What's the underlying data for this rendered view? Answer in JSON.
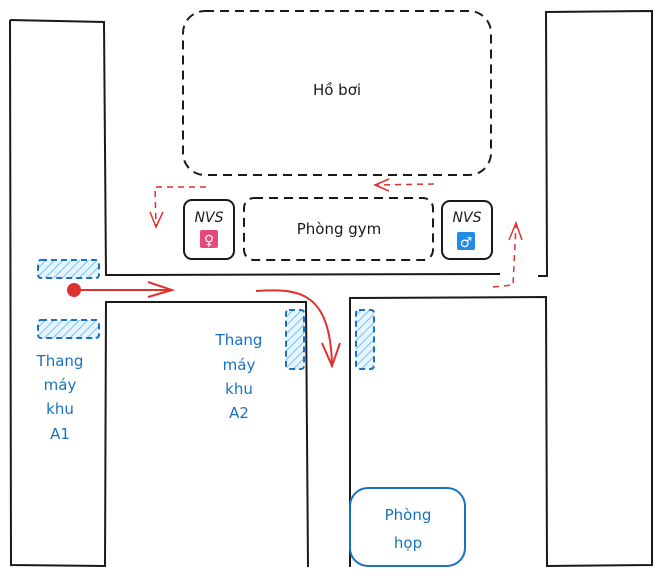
{
  "labels": {
    "pool": "Hồ bơi",
    "gym": "Phòng gym",
    "wc_female": "NVS",
    "wc_male": "NVS",
    "female_symbol": "♀",
    "male_symbol": "♂",
    "elevator_a1": [
      "Thang",
      "máy",
      "khu",
      "A1"
    ],
    "elevator_a2": [
      "Thang",
      "máy",
      "khu",
      "A2"
    ],
    "meeting_room": [
      "Phòng",
      "họp"
    ]
  },
  "colors": {
    "wall": "#1a1a1a",
    "route": "#e03131",
    "route_dashed": "#e03131",
    "elevator": "#1971c2",
    "elevator_fill": "#a5d8ff",
    "female": "#e64980",
    "male": "#228be6",
    "meeting_room_stroke": "#1971c2",
    "text_blue": "#1971c2"
  },
  "icons": {
    "female_sign": "female-symbol-icon",
    "male_sign": "male-symbol-icon",
    "start_point": "start-dot-icon"
  }
}
